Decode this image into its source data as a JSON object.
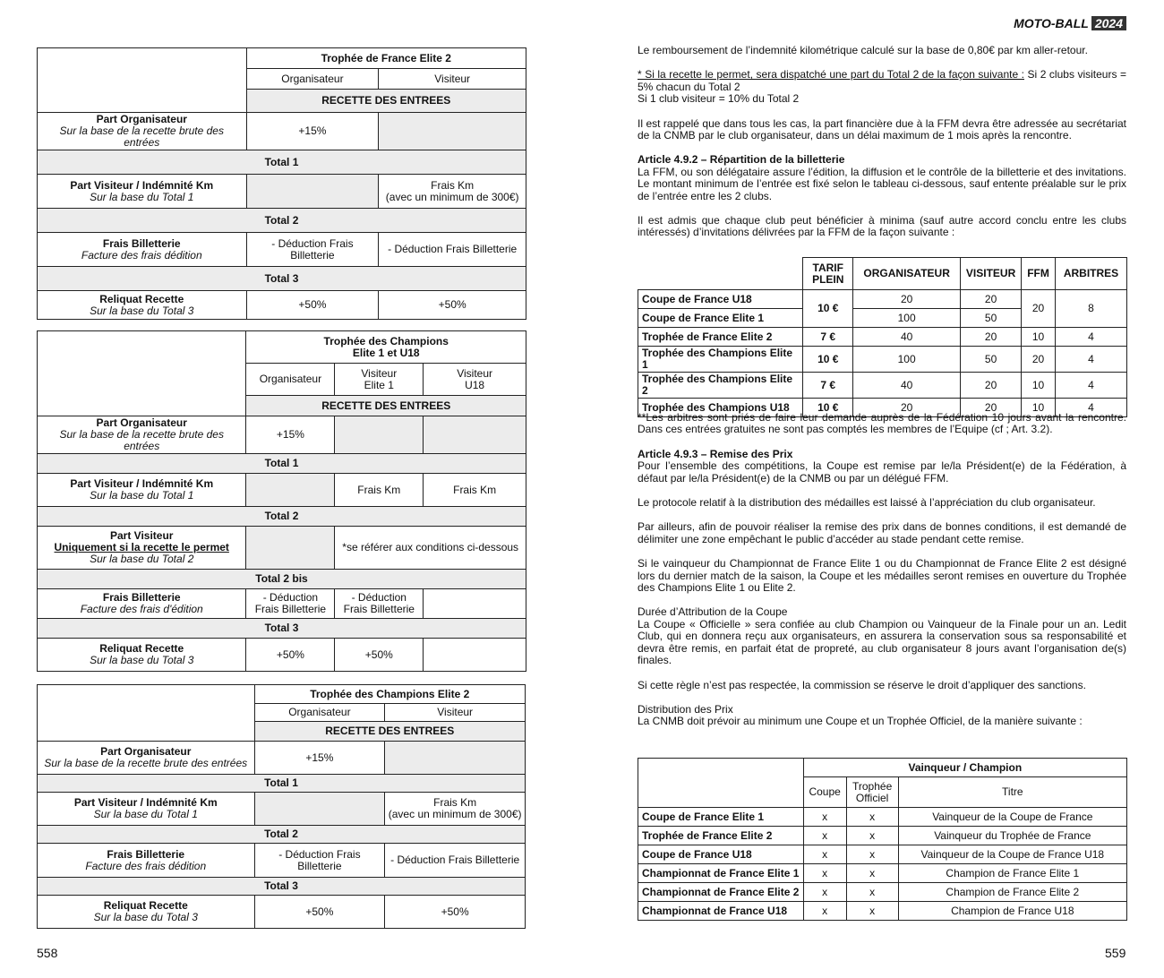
{
  "header": {
    "brand": "MOTO-BALL",
    "year": "2024"
  },
  "pages": {
    "left": "558",
    "right": "559"
  },
  "t1": {
    "title": "Trophée de France Elite 2",
    "col_org": "Organisateur",
    "col_vis": "Visiteur",
    "recette": "RECETTE DES ENTREES",
    "part_org": "Part Organisateur",
    "part_org_sub": "Sur la base de la recette brute des entrées",
    "part_org_val": "+15%",
    "total1": "Total 1",
    "part_vis": "Part Visiteur / Indémnité Km",
    "part_vis_sub": "Sur la base du Total 1",
    "frais_km": "Frais Km",
    "frais_km_min": "(avec un minimum de 300€)",
    "total2": "Total 2",
    "frais_bil": "Frais Billetterie",
    "frais_bil_sub": "Facture des frais dédition",
    "deduction_org": "- Déduction Frais Billetterie",
    "deduction_vis": "- Déduction Frais Billetterie",
    "total3": "Total 3",
    "reliquat": "Reliquat Recette",
    "reliquat_sub": "Sur la base du Total 3",
    "reliquat_org": "+50%",
    "reliquat_vis": "+50%"
  },
  "t2": {
    "title_l1": "Trophée des Champions",
    "title_l2": "Elite 1 et U18",
    "col_org": "Organisateur",
    "col_v1_l1": "Visiteur",
    "col_v1_l2": "Elite 1",
    "col_v2_l1": "Visiteur",
    "col_v2_l2": "U18",
    "recette": "RECETTE DES ENTREES",
    "part_org": "Part Organisateur",
    "part_org_sub": "Sur la base de la recette brute des entrées",
    "part_org_val": "+15%",
    "total1": "Total 1",
    "part_vis": "Part Visiteur / Indémnité Km",
    "part_vis_sub": "Sur la base du Total 1",
    "frais_km_1": "Frais Km",
    "frais_km_2": "Frais Km",
    "total2": "Total 2",
    "part_vis2": "Part Visiteur",
    "part_vis2_u": "Uniquement si la recette le permet",
    "part_vis2_sub": "Sur la base du Total 2",
    "see_below": "*se référer aux conditions ci-dessous",
    "total2bis": "Total 2 bis",
    "frais_bil": "Frais Billetterie",
    "frais_bil_sub": "Facture des frais d'édition",
    "ded_l1": "- Déduction",
    "ded_l2": "Frais Billetterie",
    "total3": "Total 3",
    "reliquat": "Reliquat Recette",
    "reliquat_sub": "Sur la base du Total 3",
    "rel_org": "+50%",
    "rel_v1": "+50%"
  },
  "t3": {
    "title": "Trophée des Champions Elite 2",
    "col_org": "Organisateur",
    "col_vis": "Visiteur",
    "recette": "RECETTE DES ENTREES",
    "part_org": "Part Organisateur",
    "part_org_sub": "Sur la base de la recette brute des entrées",
    "part_org_val": "+15%",
    "total1": "Total 1",
    "part_vis": "Part Visiteur / Indémnité Km",
    "part_vis_sub": "Sur la base du Total 1",
    "frais_km": "Frais Km",
    "frais_km_min": "(avec un minimum de 300€)",
    "total2": "Total 2",
    "frais_bil": "Frais Billetterie",
    "frais_bil_sub": "Facture des frais dédition",
    "ded_org_l1": "- Déduction Frais",
    "ded_org_l2": "Billetterie",
    "ded_vis": "- Déduction Frais Billetterie",
    "total3": "Total 3",
    "reliquat": "Reliquat Recette",
    "reliquat_sub": "Sur la base du Total 3",
    "rel_org": "+50%",
    "rel_vis": "+50%"
  },
  "text": {
    "p1": "Le remboursement de l’indemnité kilométrique calculé sur la base de 0,80€ par km aller-retour.",
    "p2_u": "* Si la recette le permet, sera dispatché une part du Total 2 de la façon suivante :",
    "p2_rest": " Si 2 clubs visiteurs = 5% chacun du Total 2",
    "p2_l2": "Si 1 club visiteur = 10% du Total 2",
    "p3": "Il est rappelé que dans tous les cas, la part financière due à la FFM devra être adressée au secrétariat de la CNMB par le club organisateur, dans un délai maximum de 1 mois après la rencontre.",
    "a492_title": "Article 4.9.2 – Répartition de la billetterie",
    "a492_text": "La FFM, ou son délégataire assure l’édition, la diffusion et le contrôle de la billetterie et des invitations. Le montant minimum de l’entrée est fixé selon le tableau ci-dessous, sauf entente préalable sur le prix de l’entrée entre les 2 clubs.",
    "p5": "Il est admis que chaque club peut bénéficier à minima (sauf autre accord conclu entre les clubs intéressés) d’invitations délivrées par la FFM de la façon suivante :",
    "note": "**Les arbitres sont priés de faire leur demande auprès de la Fédération 10 jours avant la rencontre. Dans ces entrées gratuites ne sont pas comptés les membres de l’Equipe (cf ; Art. 3.2).",
    "a493_title": "Article 4.9.3 – Remise des Prix",
    "a493_text": "Pour l’ensemble des compétitions, la Coupe est remise par le/la Président(e) de la Fédération, à défaut par le/la Président(e) de la CNMB ou par un délégué FFM.",
    "p8": "Le protocole relatif à la distribution des médailles est laissé à l’appréciation du club organisateur.",
    "p9": "Par ailleurs, afin de pouvoir réaliser la remise des prix dans de bonnes conditions, il est demandé de délimiter une zone empêchant le public d’accéder au stade pendant cette remise.",
    "p10": "Si le vainqueur du Championnat de France Elite 1 ou du Championnat de France Elite 2 est désigné lors du dernier match de la saison, la Coupe et les médailles seront remises en ouverture du Trophée des Champions Elite 1 ou Elite 2.",
    "p11_t": "Durée d’Attribution de la Coupe",
    "p11": "La Coupe « Officielle » sera confiée au club Champion ou Vainqueur de la Finale pour un an. Ledit Club, qui en donnera reçu aux organisateurs, en assurera la conservation sous sa responsabilité et devra être remis, en parfait état de propreté, au club organisateur 8 jours avant l’organisation de(s) finales.",
    "p12": "Si cette règle n’est pas respectée, la commission se réserve le droit d’appliquer des sanctions.",
    "p13_t": "Distribution des Prix",
    "p13": "La CNMB doit prévoir au minimum une Coupe et un Trophée Officiel, de la manière suivante :"
  },
  "inv_table": {
    "headers": [
      "TARIF PLEIN",
      "ORGANISATEUR",
      "VISITEUR",
      "FFM",
      "ARBITRES"
    ],
    "rows": [
      {
        "name": "Coupe de France U18",
        "tarif": "10 €",
        "org": "20",
        "vis": "20",
        "ffm": "20",
        "arb": "8"
      },
      {
        "name": "Coupe de France Elite 1",
        "tarif": "",
        "org": "100",
        "vis": "50",
        "ffm": "",
        "arb": ""
      },
      {
        "name": "Trophée de France Elite 2",
        "tarif": "7 €",
        "org": "40",
        "vis": "20",
        "ffm": "10",
        "arb": "4"
      },
      {
        "name": "Trophée des Champions Elite 1",
        "tarif": "10 €",
        "org": "100",
        "vis": "50",
        "ffm": "20",
        "arb": "4"
      },
      {
        "name": "Trophée des Champions Elite 2",
        "tarif": "7 €",
        "org": "40",
        "vis": "20",
        "ffm": "10",
        "arb": "4"
      },
      {
        "name": "Trophée des Champions U18",
        "tarif": "10 €",
        "org": "20",
        "vis": "20",
        "ffm": "10",
        "arb": "4"
      }
    ]
  },
  "prize_table": {
    "group": "Vainqueur / Champion",
    "col_coupe": "Coupe",
    "col_trophee_l1": "Trophée",
    "col_trophee_l2": "Officiel",
    "col_titre": "Titre",
    "rows": [
      {
        "name": "Coupe de France Elite 1",
        "coupe": "x",
        "trophee": "x",
        "titre": "Vainqueur de la Coupe de France"
      },
      {
        "name": "Trophée de France Elite 2",
        "coupe": "x",
        "trophee": "x",
        "titre": "Vainqueur du Trophée de France"
      },
      {
        "name": "Coupe de France U18",
        "coupe": "x",
        "trophee": "x",
        "titre": "Vainqueur de la Coupe de France U18"
      },
      {
        "name": "Championnat de France Elite 1",
        "coupe": "x",
        "trophee": "x",
        "titre": "Champion de France Elite 1"
      },
      {
        "name": "Championnat de France Elite 2",
        "coupe": "x",
        "trophee": "x",
        "titre": "Champion de France Elite 2"
      },
      {
        "name": "Championnat de France U18",
        "coupe": "x",
        "trophee": "x",
        "titre": "Champion de France U18"
      }
    ]
  }
}
